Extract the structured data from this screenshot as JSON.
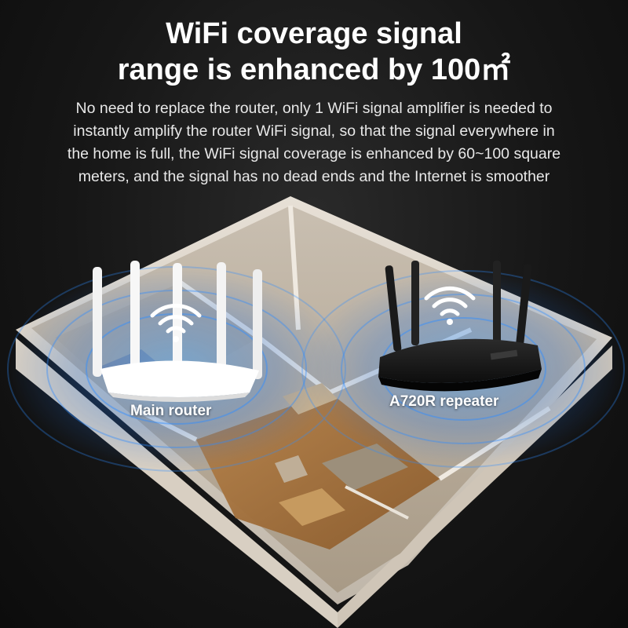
{
  "headline": {
    "line1": "WiFi coverage signal",
    "line2": "range is enhanced by 100㎡"
  },
  "description": {
    "line1": "No need to replace the router, only 1 WiFi signal amplifier is needed to",
    "line2": "instantly amplify the router WiFi signal, so that the signal everywhere in",
    "line3": "the home is full, the WiFi signal coverage is enhanced by 60~100 square",
    "line4": "meters, and the signal has no dead ends and the Internet is smoother"
  },
  "devices": {
    "main_router_label": "Main router",
    "repeater_label": "A720R repeater"
  },
  "colors": {
    "accent_blue": "#2f8cff",
    "background": "#161616",
    "text": "#ffffff"
  }
}
